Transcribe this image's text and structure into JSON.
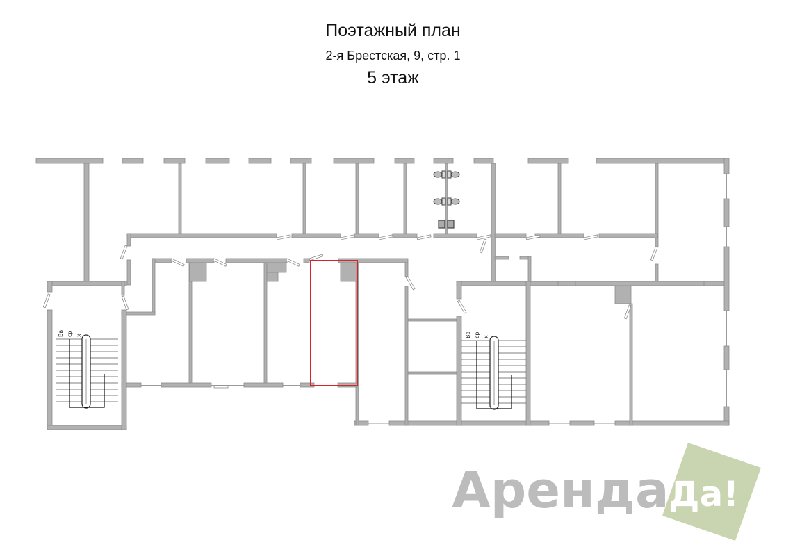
{
  "header": {
    "title": "Поэтажный план",
    "address": "2-я Брестская, 9, стр. 1",
    "floor": "5 этаж"
  },
  "stairs": {
    "labels": [
      "Вв",
      "ср",
      "х"
    ]
  },
  "logo": {
    "word": "Аренда",
    "badge": "Да!",
    "word_color": "#bcbcbc",
    "badge_color": "#c9d4b1"
  },
  "highlight": {
    "color": "#d9232a"
  },
  "colors": {
    "wall": "#b1b1b1",
    "wall_outline": "#8c8c8c"
  }
}
